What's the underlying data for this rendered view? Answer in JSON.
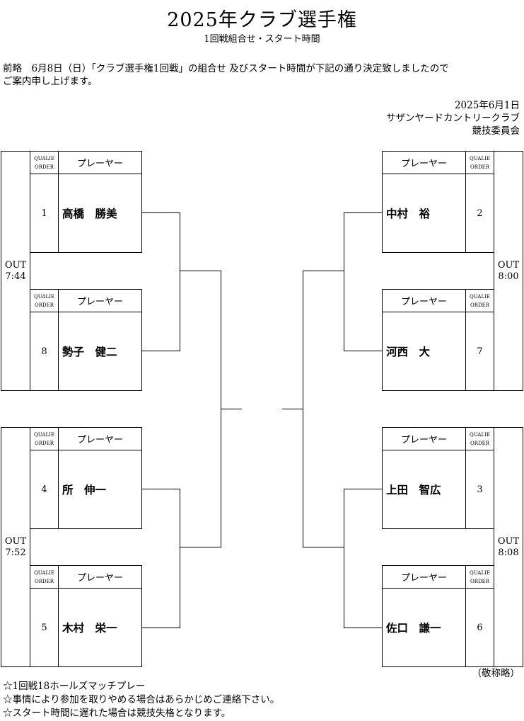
{
  "header": {
    "title": "2025年クラブ選手権",
    "subtitle": "1回戦組合せ・スタート時間"
  },
  "intro": {
    "line1": "前略　6月8日（日）「クラブ選手権1回戦」の組合せ 及びスタート時間が下記の通り決定致しましたので",
    "line2": "ご案内申し上げます。"
  },
  "signature": {
    "date": "2025年6月1日",
    "club": "サザンヤードカントリークラブ",
    "committee": "競技委員会"
  },
  "labels": {
    "qualie_line1": "QUALIE",
    "qualie_line2": "ORDER",
    "player": "プレーヤー"
  },
  "groups": {
    "left_top": {
      "out": "OUT",
      "time": "7:44",
      "players": [
        {
          "order": "1",
          "name": "高橋　勝美"
        },
        {
          "order": "8",
          "name": "勢子　健二"
        }
      ]
    },
    "left_bottom": {
      "out": "OUT",
      "time": "7:52",
      "players": [
        {
          "order": "4",
          "name": "所　伸一"
        },
        {
          "order": "5",
          "name": "木村　栄一"
        }
      ]
    },
    "right_top": {
      "out": "OUT",
      "time": "8:00",
      "players": [
        {
          "order": "2",
          "name": "中村　裕"
        },
        {
          "order": "7",
          "name": "河西　大"
        }
      ]
    },
    "right_bottom": {
      "out": "OUT",
      "time": "8:08",
      "players": [
        {
          "order": "3",
          "name": "上田　智広"
        },
        {
          "order": "6",
          "name": "佐口　謙一"
        }
      ]
    }
  },
  "honorific": "（敬称略）",
  "notes": [
    "☆1回戦18ホールズマッチプレー",
    "☆事情により参加を取りやめる場合はあらかじめご連絡下さい。",
    "☆スタート時間に遅れた場合は競技失格となります。"
  ]
}
